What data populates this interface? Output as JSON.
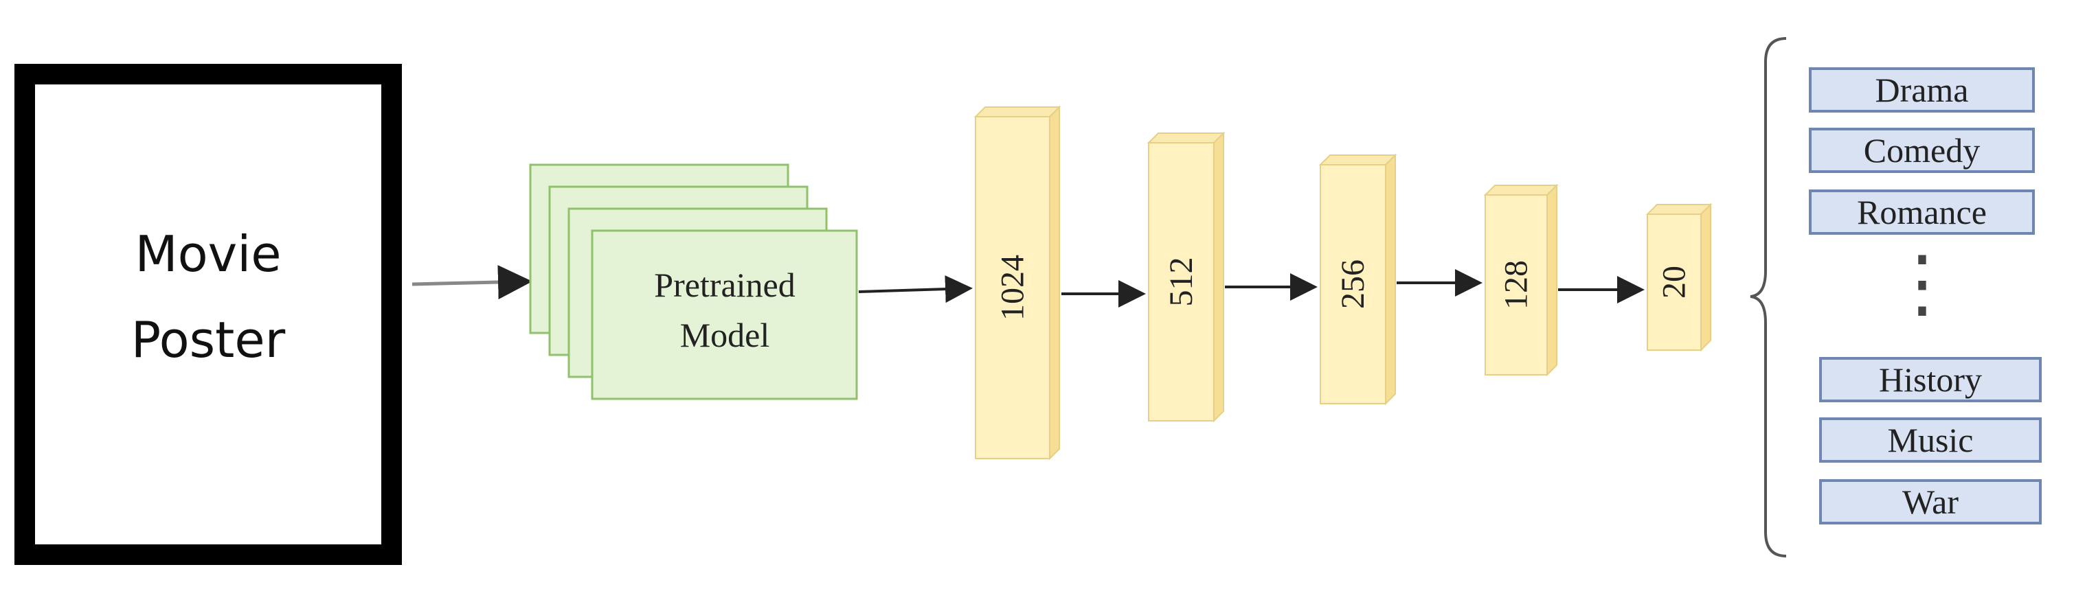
{
  "diagram": {
    "input": {
      "label_line1": "Movie",
      "label_line2": "Poster"
    },
    "pretrained": {
      "label_line1": "Pretrained",
      "label_line2": "Model",
      "fill_color": "#e4f2d6",
      "stroke_color": "#8fc26b"
    },
    "layers": [
      {
        "label": "1024"
      },
      {
        "label": "512"
      },
      {
        "label": "256"
      },
      {
        "label": "128"
      },
      {
        "label": "20"
      }
    ],
    "layer_colors": {
      "front": "#fff2c0",
      "side": "#f6df94",
      "top": "#fbeab0",
      "edge": "#e6cf86"
    },
    "genres": [
      {
        "label": "Drama"
      },
      {
        "label": "Comedy"
      },
      {
        "label": "Romance"
      },
      {
        "label": "History"
      },
      {
        "label": "Music"
      },
      {
        "label": "War"
      }
    ],
    "genre_colors": {
      "fill": "#d9e2f3",
      "stroke": "#6f86b3"
    },
    "ellipsis": "⋮"
  }
}
